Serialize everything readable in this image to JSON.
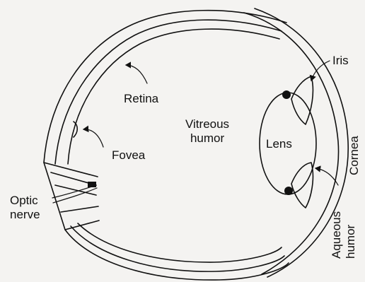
{
  "diagram": {
    "labels": {
      "retina": "Retina",
      "vitreous_humor": [
        "Vitreous",
        "humor"
      ],
      "fovea": "Fovea",
      "lens": "Lens",
      "iris": "Iris",
      "cornea": "Cornea",
      "optic_nerve": [
        "Optic",
        "nerve"
      ],
      "aqueous_humor": [
        "Aqueous",
        "humor"
      ]
    }
  }
}
